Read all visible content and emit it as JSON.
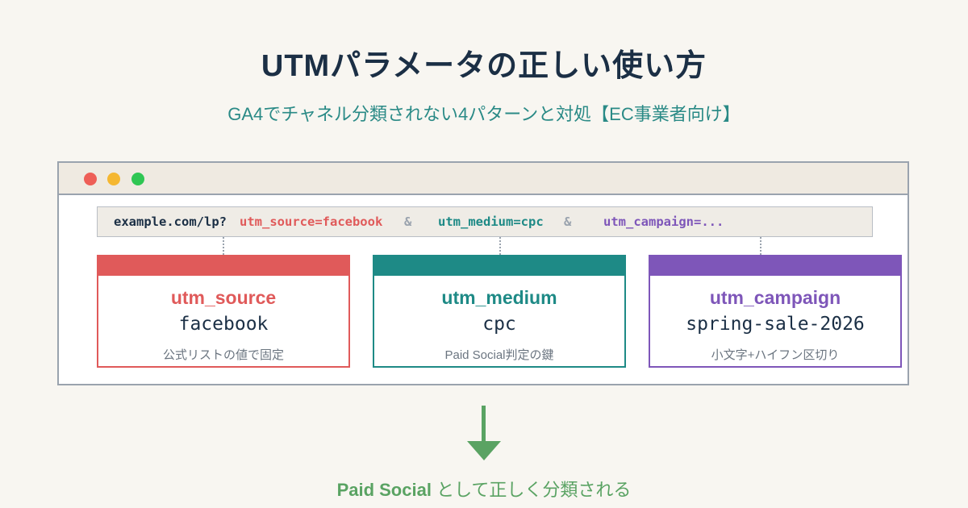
{
  "header": {
    "title": "UTMパラメータの正しい使い方",
    "subtitle": "GA4でチャネル分類されない4パターンと対処【EC事業者向け】"
  },
  "browser": {
    "url": {
      "base": "example.com/lp?",
      "source_param": "utm_source=facebook",
      "amp1": "&",
      "medium_param": "utm_medium=cpc",
      "amp2": "&",
      "campaign_param": "utm_campaign=..."
    },
    "cards": [
      {
        "key": "utm_source",
        "value": "facebook",
        "note": "公式リストの値で固定",
        "color": "#e05a5a"
      },
      {
        "key": "utm_medium",
        "value": "cpc",
        "note": "Paid Social判定の鍵",
        "color": "#1e8a86"
      },
      {
        "key": "utm_campaign",
        "value": "spring-sale-2026",
        "note": "小文字+ハイフン区切り",
        "color": "#7e56b9"
      }
    ]
  },
  "result": {
    "emphasis": "Paid Social",
    "text": " として正しく分類される",
    "color": "#5aa363"
  }
}
